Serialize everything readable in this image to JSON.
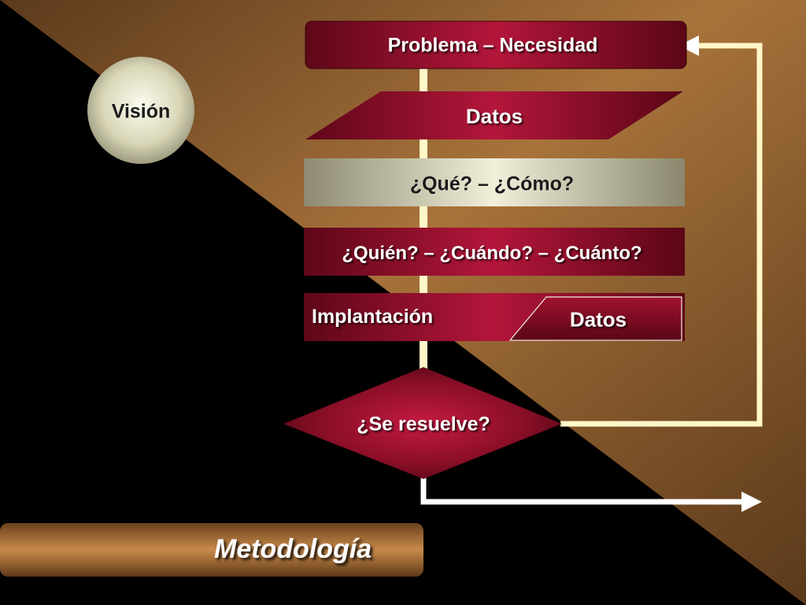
{
  "diagram": {
    "vision": "Visión",
    "problema": "Problema – Necesidad",
    "datos_top": "Datos",
    "que_como": "¿Qué? – ¿Cómo?",
    "quien_cuando": "¿Quién? – ¿Cuándo? – ¿Cuánto?",
    "implantacion": "Implantación",
    "datos_side": "Datos",
    "se_resuelve": "¿Se resuelve?",
    "title": "Metodología"
  },
  "colors": {
    "brown": "#9a6632",
    "maroon": "#8a0f26",
    "cream": "#fff7c8",
    "olive_gray": "#b9b79d",
    "arrow_white": "#ffffff"
  }
}
